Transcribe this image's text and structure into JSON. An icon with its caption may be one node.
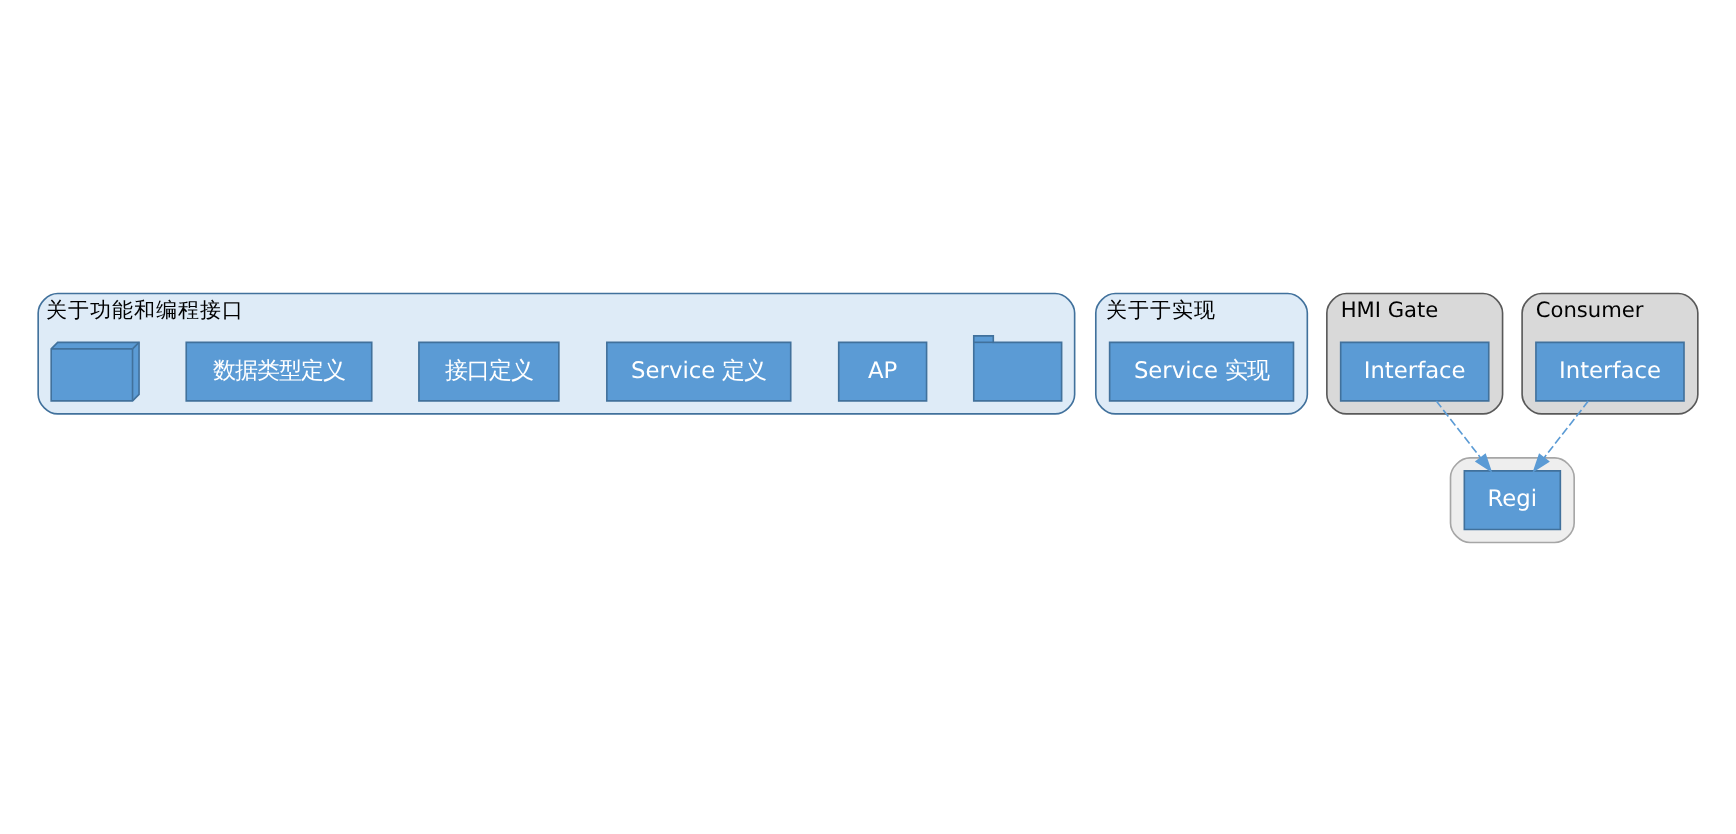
{
  "diagram": {
    "nodes": [
      {
        "text": [
          "关于功能和编程接口"
        ]
      },
      {
        "text": [],
        "shape": "flag",
        "in": 0
      },
      {
        "text": [
          "AP"
        ],
        "in": 0
      },
      {
        "text": [
          "Service 定义"
        ],
        "in": 0
      },
      {
        "text": [
          "接口定义"
        ],
        "in": 0
      },
      {
        "text": [
          "数据类型定义"
        ],
        "in": 0
      },
      {
        "text": [],
        "shape": "box",
        "in": 0
      },
      {
        "text": [
          "关于于实现"
        ]
      },
      {
        "text": [
          "Service 实现"
        ],
        "in": 7
      },
      {
        "text": [
          "HMI Gate"
        ]
      },
      {
        "text": [
          "Interface"
        ],
        "in": 9
      },
      {
        "text": [],
        "shape": "cylinder"
      },
      {
        "text": [
          "Regi"
        ],
        "in": 11
      },
      {
        "text": [
          "Consumer"
        ]
      },
      {
        "text": [
          "Interface"
        ],
        "in": 13
      }
    ],
    "edges": [
      {
        "from": 10,
        "to": 12,
        "arrow": "to",
        "style": "dashed"
      },
      {
        "from": 14,
        "to": 12,
        "arrow": "to",
        "style": "dashed"
      }
    ]
  }
}
